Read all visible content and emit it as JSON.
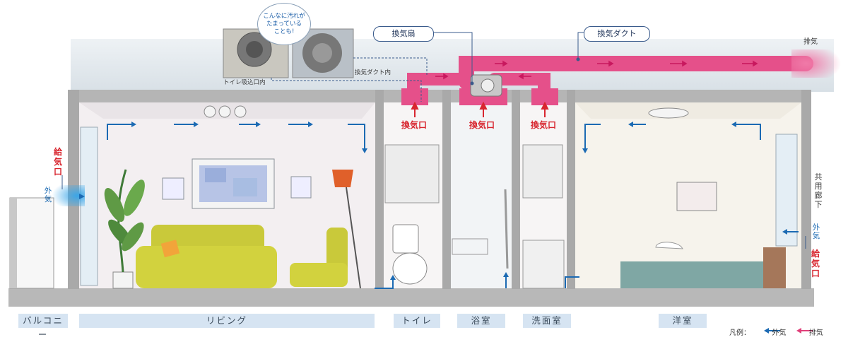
{
  "rooms": [
    {
      "id": "balcony",
      "label": "バルコニー"
    },
    {
      "id": "living",
      "label": "リビング"
    },
    {
      "id": "toilet",
      "label": "トイレ"
    },
    {
      "id": "bath",
      "label": "浴室"
    },
    {
      "id": "washroom",
      "label": "洗面室"
    },
    {
      "id": "bedroom",
      "label": "洋室"
    }
  ],
  "callouts": {
    "fan": "換気扇",
    "duct": "換気ダクト"
  },
  "exhaust_vents": [
    "換気口",
    "換気口",
    "換気口"
  ],
  "photos": {
    "toilet_inlet": "トイレ吸込口内",
    "duct_inside": "換気ダクト内",
    "bubble": "こんなに汚れが\nたまっている\nことも!"
  },
  "outlets": {
    "exhaust": "排気"
  },
  "supply_left": {
    "label": "給気口",
    "outside": "外気"
  },
  "supply_right": {
    "label": "給気口",
    "outside": "外気"
  },
  "corridor": "共用廊下",
  "legend": {
    "title": "凡例：",
    "outside": "外気",
    "exhaust": "排気"
  },
  "colors": {
    "exhaust": "#e0407a",
    "supply": "#1b6ab3",
    "label_bg": "#d6e4f2",
    "wall": "#8a8a8a"
  }
}
